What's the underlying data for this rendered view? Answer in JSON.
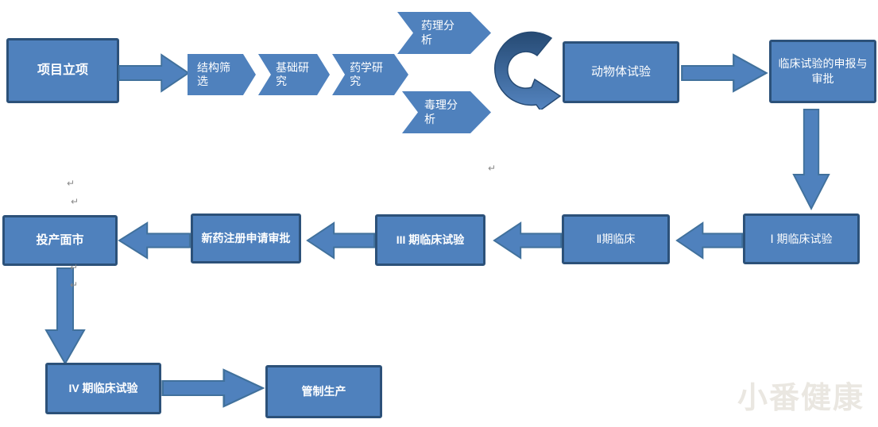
{
  "nodes": {
    "project": "项目立项",
    "chevron_steps": [
      "结构筛选",
      "基础研究",
      "药学研究"
    ],
    "pharmacology": "药理分析",
    "toxicology": "毒理分析",
    "animal_test": "动物体试验",
    "clinical_application": "临床试验的申报与审批",
    "phase1": "Ⅰ 期临床试验",
    "phase2": "Ⅱ期临床",
    "phase3": "III 期临床试验",
    "registration": "新药注册申请审批",
    "market_launch": "投产面市",
    "phase4": "IV 期临床试验",
    "production": "管制生产"
  },
  "watermark": "小番健康",
  "paragraph_mark": "↵",
  "colors": {
    "box_fill": "#4f81bd",
    "box_border": "#2c5179",
    "arrow_fill": "#4f81bd",
    "arrow_border": "#41719c",
    "curved_arrow_dark": "#264a73",
    "curved_arrow_light": "#5585c0",
    "text": "#ffffff",
    "watermark": "#eae7e1"
  }
}
